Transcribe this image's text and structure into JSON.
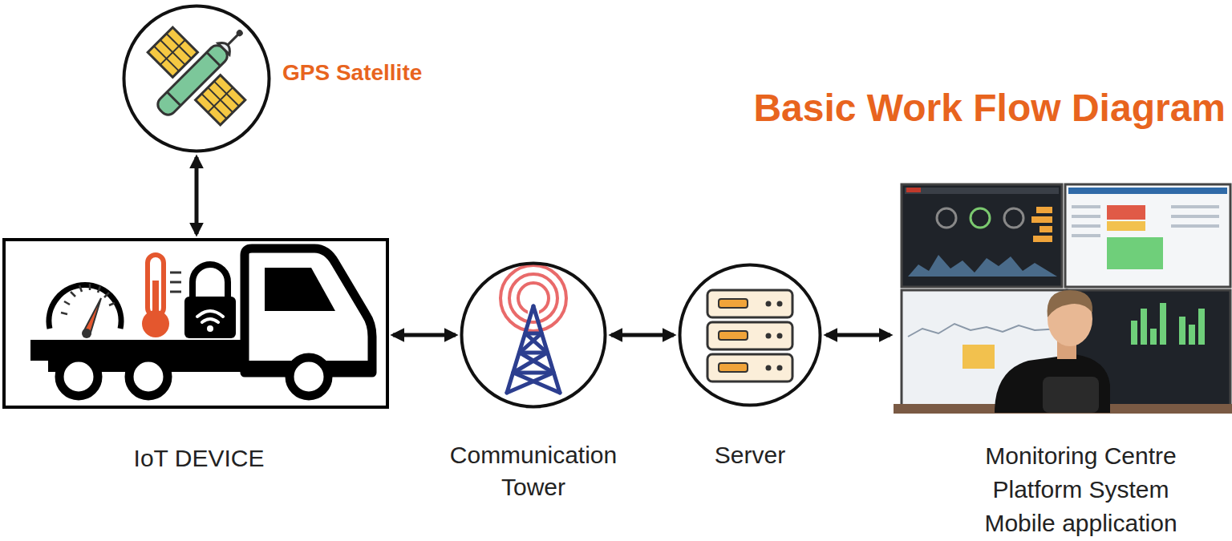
{
  "diagram": {
    "title": "Basic Work Flow Diagram",
    "nodes": [
      {
        "text": [
          "GPS Satellite"
        ]
      },
      {
        "text": [
          "IoT DEVICE"
        ]
      },
      {
        "text": [
          "Communication Tower"
        ]
      },
      {
        "text": [
          "Server"
        ]
      },
      {
        "text": [
          "Monitoring Centre",
          "Platform System",
          "Mobile application"
        ]
      }
    ],
    "edges": [
      {
        "from": 0,
        "to": 1,
        "arrow": "both"
      },
      {
        "from": 1,
        "to": 2,
        "arrow": "both"
      },
      {
        "from": 2,
        "to": 3,
        "arrow": "both"
      },
      {
        "from": 3,
        "to": 4,
        "arrow": "both"
      }
    ]
  }
}
